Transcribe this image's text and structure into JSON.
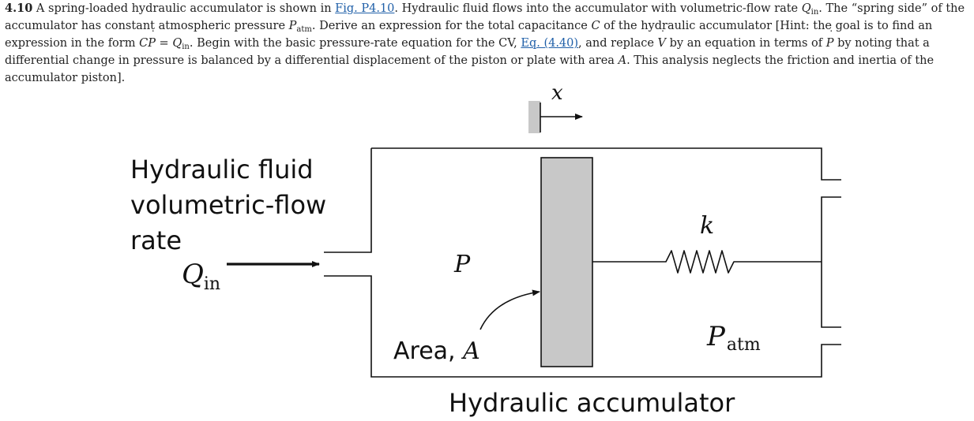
{
  "problem": {
    "number": "4.10",
    "t1": " A spring-loaded hydraulic accumulator is shown in ",
    "fig_link": "Fig. P4.10",
    "t2": ". Hydraulic fluid flows into the accumulator with volumetric-flow rate ",
    "q_sym": "Q",
    "q_sub": "in",
    "t3": ". The “spring side” of the accumulator has constant atmospheric pressure ",
    "p_sym": "P",
    "p_sub": "atm",
    "t4": ". Derive an expression for the total capacitance ",
    "c_sym": "C",
    "t5": " of the hydraulic accumulator [Hint: the goal is to find an expression in the form ",
    "eq_C": "C",
    "eq_P": "P",
    "eq_eq": " = ",
    "eq_Q": "Q",
    "eq_sub": "in",
    "t6": ". Begin with the basic pressure-rate equation for the CV, ",
    "eq_link": "Eq. (4.40)",
    "t7": ", and replace ",
    "v_sym": "V",
    "t8": " by an equation in terms of ",
    "p2_sym": "P",
    "t9": " by noting that a differential change in pressure is balanced by a differential displacement of the piston or plate with area ",
    "a_sym": "A",
    "t10": ". This analysis neglects the friction and inertia of the accumulator piston]."
  },
  "figure": {
    "x_label": "x",
    "fluid_label_1": "Hydraulic fluid",
    "fluid_label_2": "volumetric-flow",
    "fluid_label_3": "rate",
    "q_label": "Q",
    "q_sub": "in",
    "pressure_label": "P",
    "spring_label": "k",
    "area_label": "Area, ",
    "area_sym": "A",
    "patm_label": "P",
    "patm_sub": "atm",
    "caption": "Hydraulic accumulator"
  }
}
